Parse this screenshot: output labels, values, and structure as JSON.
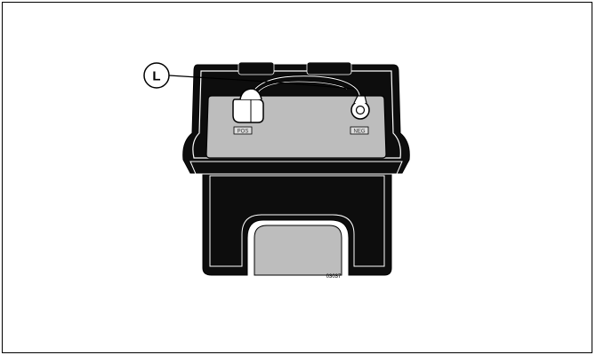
{
  "callout": {
    "letter": "L"
  },
  "terminals": {
    "positive": "POS",
    "negative": "NEG"
  },
  "figure_ref": "03037",
  "colors": {
    "housing": "#0d0d0d",
    "battery_top": "#bdbdbd",
    "highlight": "#ffffff",
    "outline": "#000000"
  }
}
